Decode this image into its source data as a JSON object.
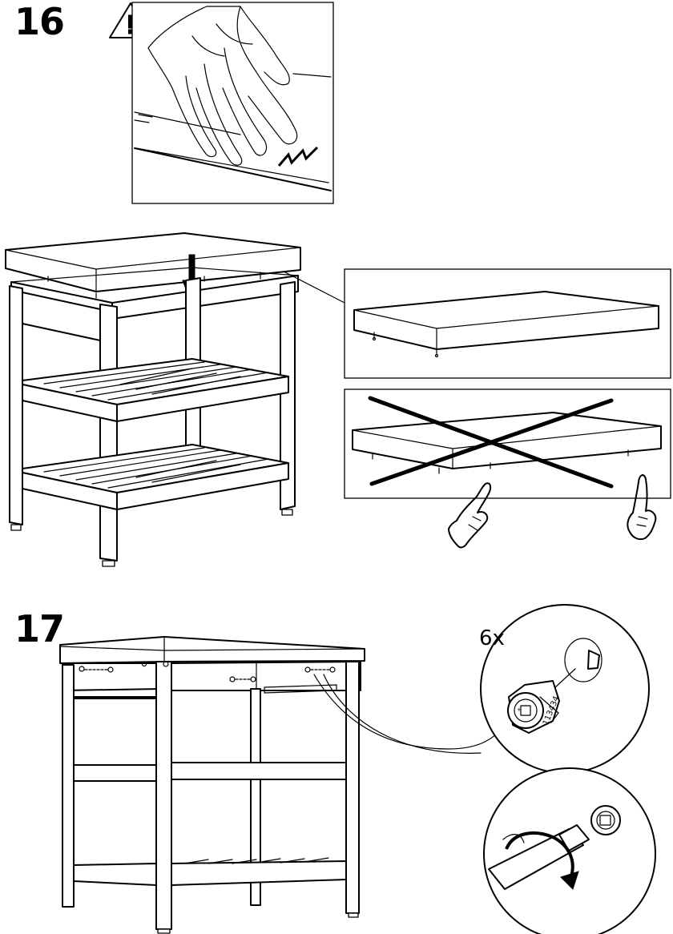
{
  "steps": [
    {
      "number": "16"
    },
    {
      "number": "17"
    }
  ],
  "step17": {
    "quantity": "6x",
    "part_number": "113434"
  },
  "icons": {
    "warning": "warning-triangle-icon",
    "correct": "pointing-hand-icon",
    "wrong": "cross-mark-icon"
  }
}
